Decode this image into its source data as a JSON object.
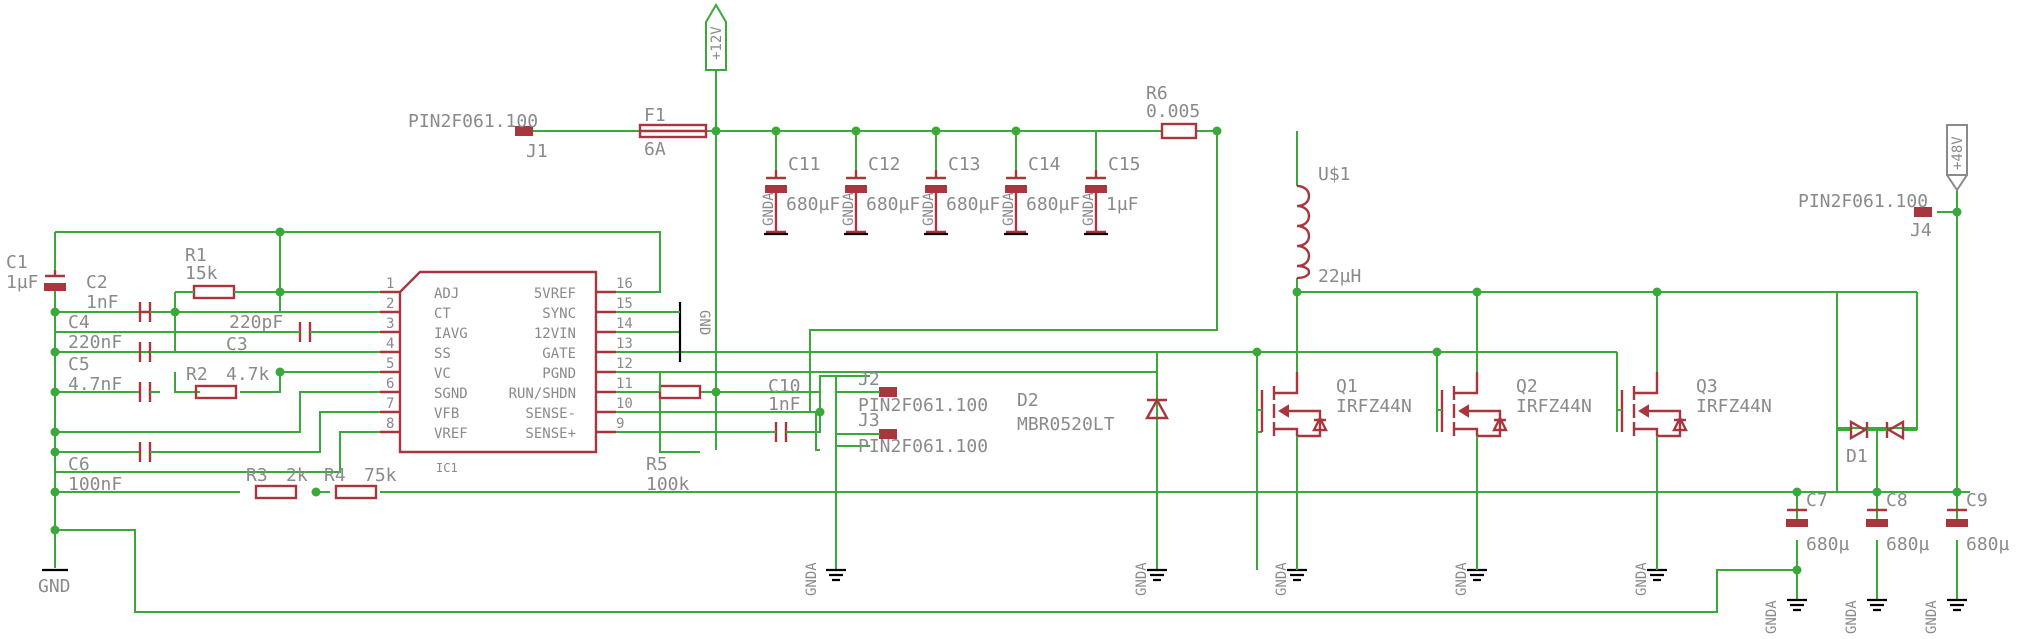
{
  "colors": {
    "wire": "#3aa83a",
    "part": "#a8363f",
    "label": "#8a8a8a",
    "background": "#ffffff"
  },
  "power": {
    "p12v": "+12V",
    "p48v": "+48V",
    "gnda": "GNDA",
    "gnd": "GND"
  },
  "connectors": {
    "j1": {
      "name": "J1",
      "value": "PIN2F061.100"
    },
    "j2": {
      "name": "J2",
      "value": "PIN2F061.100"
    },
    "j3": {
      "name": "J3",
      "value": "PIN2F061.100"
    },
    "j4": {
      "name": "J4",
      "value": "PIN2F061.100"
    }
  },
  "fuse": {
    "name": "F1",
    "value": "6A"
  },
  "resistors": {
    "r1": {
      "name": "R1",
      "value": "15k"
    },
    "r2": {
      "name": "R2",
      "value": "4.7k"
    },
    "r3": {
      "name": "R3",
      "value": "2k"
    },
    "r4": {
      "name": "R4",
      "value": "75k"
    },
    "r5": {
      "name": "R5",
      "value": "100k"
    },
    "r6": {
      "name": "R6",
      "value": "0.005"
    }
  },
  "capacitors": {
    "c1": {
      "name": "C1",
      "value": "1µF"
    },
    "c2": {
      "name": "C2",
      "value": "1nF"
    },
    "c3": {
      "name": "C3",
      "value": "220pF"
    },
    "c4": {
      "name": "C4",
      "value": "220nF"
    },
    "c5": {
      "name": "C5",
      "value": "4.7nF"
    },
    "c6": {
      "name": "C6",
      "value": "100nF"
    },
    "c7": {
      "name": "C7",
      "value": "680µ"
    },
    "c8": {
      "name": "C8",
      "value": "680µ"
    },
    "c9": {
      "name": "C9",
      "value": "680µ"
    },
    "c10": {
      "name": "C10",
      "value": "1nF"
    },
    "c11": {
      "name": "C11",
      "value": "680µF"
    },
    "c12": {
      "name": "C12",
      "value": "680µF"
    },
    "c13": {
      "name": "C13",
      "value": "680µF"
    },
    "c14": {
      "name": "C14",
      "value": "680µF"
    },
    "c15": {
      "name": "C15",
      "value": "1µF"
    }
  },
  "inductor": {
    "name": "U$1",
    "value": "22µH"
  },
  "diodes": {
    "d1": {
      "name": "D1"
    },
    "d2": {
      "name": "D2",
      "value": "MBR0520LT"
    }
  },
  "mosfets": {
    "q1": {
      "name": "Q1",
      "value": "IRFZ44N"
    },
    "q2": {
      "name": "Q2",
      "value": "IRFZ44N"
    },
    "q3": {
      "name": "Q3",
      "value": "IRFZ44N"
    }
  },
  "ic": {
    "name": "IC1",
    "pins": [
      {
        "num": "1",
        "left": "ADJ",
        "right": "5VREF",
        "rnum": "16"
      },
      {
        "num": "2",
        "left": "CT",
        "right": "SYNC",
        "rnum": "15"
      },
      {
        "num": "3",
        "left": "IAVG",
        "right": "12VIN",
        "rnum": "14"
      },
      {
        "num": "4",
        "left": "SS",
        "right": "GATE",
        "rnum": "13"
      },
      {
        "num": "5",
        "left": "VC",
        "right": "PGND",
        "rnum": "12"
      },
      {
        "num": "6",
        "left": "SGND",
        "right": "RUN/SHDN",
        "rnum": "11"
      },
      {
        "num": "7",
        "left": "VFB",
        "right": "SENSE-",
        "rnum": "10"
      },
      {
        "num": "8",
        "left": "VREF",
        "right": "SENSE+",
        "rnum": "9"
      }
    ]
  }
}
